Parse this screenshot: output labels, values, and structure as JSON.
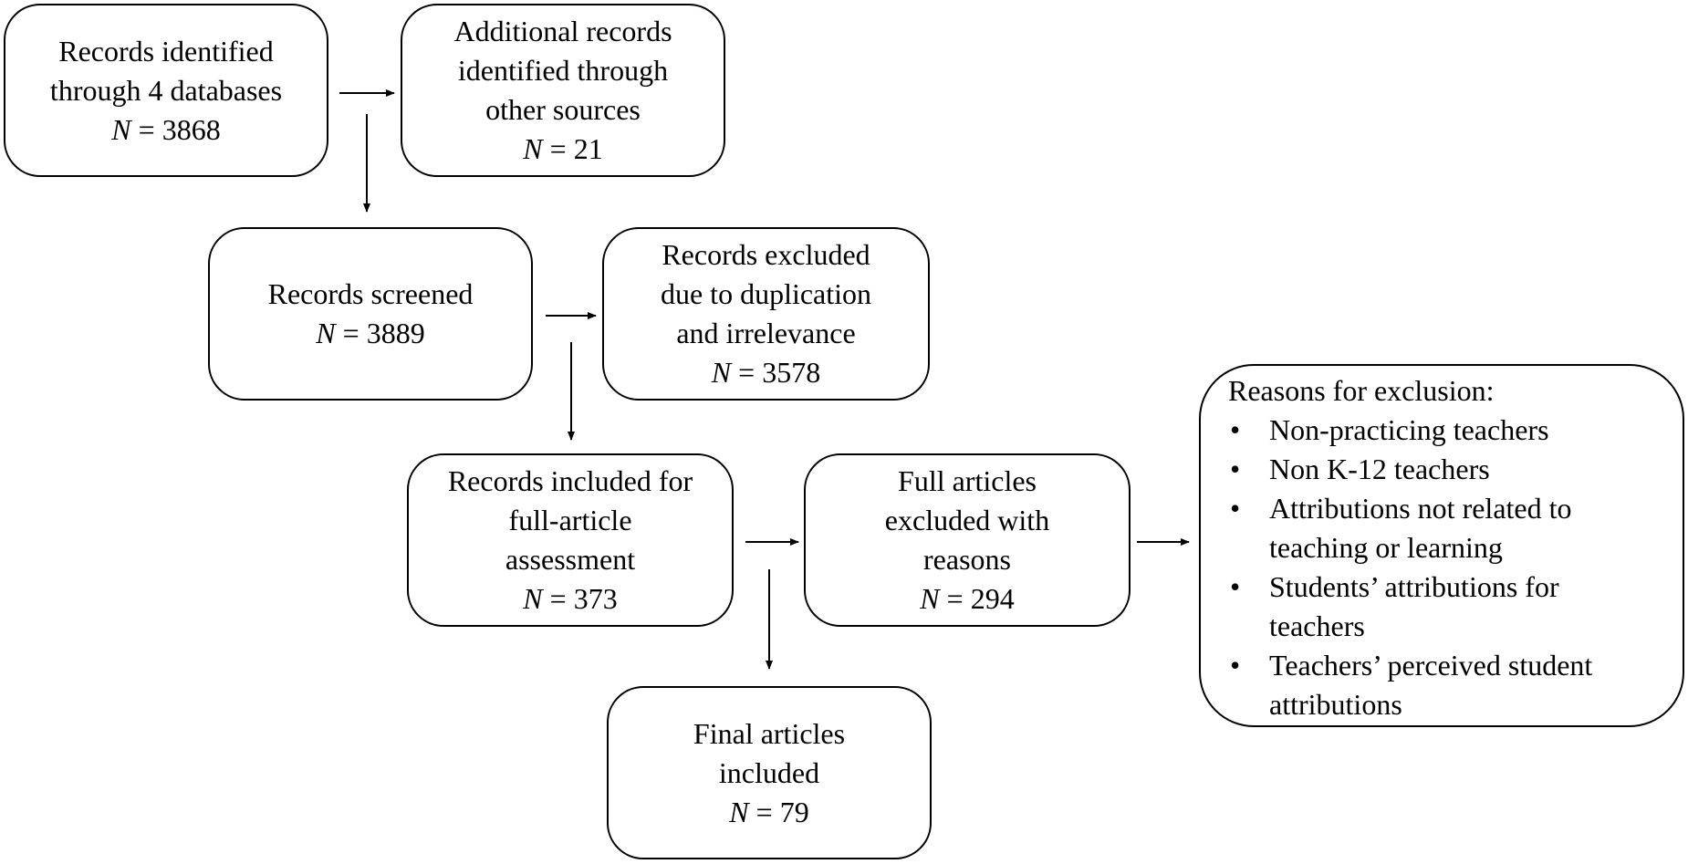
{
  "boxes": {
    "identified": {
      "lines": [
        "Records identified",
        "through 4 databases"
      ],
      "n_label": "N",
      "n_value": "= 3868"
    },
    "additional": {
      "lines": [
        "Additional records",
        "identified through",
        "other sources"
      ],
      "n_label": "N",
      "n_value": "= 21"
    },
    "screened": {
      "lines": [
        "Records screened"
      ],
      "n_label": "N",
      "n_value": "= 3889"
    },
    "excluded_dup": {
      "lines": [
        "Records excluded",
        "due to duplication",
        "and irrelevance"
      ],
      "n_label": "N",
      "n_value": "= 3578"
    },
    "included_full": {
      "lines": [
        "Records included for",
        "full-article",
        "assessment"
      ],
      "n_label": "N",
      "n_value": "= 373"
    },
    "full_excluded": {
      "lines": [
        "Full articles",
        "excluded with",
        "reasons"
      ],
      "n_label": "N",
      "n_value": "= 294"
    },
    "final": {
      "lines": [
        "Final articles",
        "included"
      ],
      "n_label": "N",
      "n_value": "= 79"
    }
  },
  "reasons": {
    "heading": "Reasons for exclusion:",
    "bullet_glyph": "•",
    "items": [
      [
        "Non-practicing teachers"
      ],
      [
        "Non K-12 teachers"
      ],
      [
        "Attributions not related to",
        "teaching or learning"
      ],
      [
        "Students’ attributions for",
        "teachers"
      ],
      [
        "Teachers’ perceived student",
        "attributions"
      ]
    ]
  },
  "colors": {
    "stroke": "#000000",
    "background": "#ffffff"
  }
}
